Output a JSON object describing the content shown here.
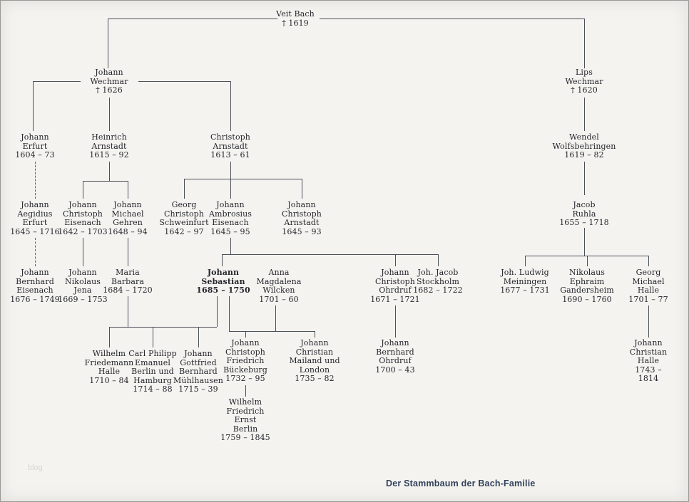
{
  "page": {
    "caption": "Der Stammbaum der Bach-Familie",
    "watermark": "blog"
  },
  "tree": {
    "root": "Veit Bach",
    "nodes": [
      {
        "id": "veit-bach",
        "text": "Veit Bach\n† 1619"
      },
      {
        "id": "johann-wechmar",
        "text": "Johann\nWechmar\n† 1626"
      },
      {
        "id": "lips-wechmar",
        "text": "Lips\nWechmar\n† 1620"
      },
      {
        "id": "johann-erfurt",
        "text": "Johann\nErfurt\n1604 – 73"
      },
      {
        "id": "heinrich-arnstadt",
        "text": "Heinrich\nArnstadt\n1615 – 92"
      },
      {
        "id": "christoph-arnstadt",
        "text": "Christoph\nArnstadt\n1613 – 61"
      },
      {
        "id": "wendel-wolfsbehringen",
        "text": "Wendel\nWolfsbehringen\n1619 – 82"
      },
      {
        "id": "johann-aegidius-erfurt",
        "text": "Johann\nAegidius\nErfurt\n1645 – 1716"
      },
      {
        "id": "johann-christoph-eisenach",
        "text": "Johann\nChristoph\nEisenach\n1642 – 1703"
      },
      {
        "id": "johann-michael-gehren",
        "text": "Johann\nMichael\nGehren\n1648 – 94"
      },
      {
        "id": "georg-christoph-schweinfurt",
        "text": "Georg\nChristoph\nSchweinfurt\n1642 – 97"
      },
      {
        "id": "johann-ambrosius-eisenach",
        "text": "Johann\nAmbrosius\nEisenach\n1645 – 95"
      },
      {
        "id": "johann-christoph-arnstadt",
        "text": "Johann\nChristoph\nArnstadt\n1645 – 93"
      },
      {
        "id": "jacob-ruhla",
        "text": "Jacob\nRuhla\n1655 – 1718"
      },
      {
        "id": "johann-bernhard-eisenach",
        "text": "Johann\nBernhard\nEisenach\n1676 – 1749"
      },
      {
        "id": "johann-nikolaus-jena",
        "text": "Johann\nNikolaus\nJena\n1669 – 1753"
      },
      {
        "id": "maria-barbara",
        "text": "Maria\nBarbara\n1684 – 1720"
      },
      {
        "id": "johann-sebastian",
        "text": "Johann\nSebastian\n1685 – 1750"
      },
      {
        "id": "anna-magdalena-wilcken",
        "text": "Anna\nMagdalena\nWilcken\n1701 – 60"
      },
      {
        "id": "johann-christoph-ohrdruf",
        "text": "Johann\nChristoph\nOhrdruf\n1671 – 1721"
      },
      {
        "id": "joh-jacob-stockholm",
        "text": "Joh. Jacob\nStockholm\n1682 – 1722"
      },
      {
        "id": "joh-ludwig-meiningen",
        "text": "Joh. Ludwig\nMeiningen\n1677 – 1731"
      },
      {
        "id": "nikolaus-ephraim-gandersheim",
        "text": "Nikolaus\nEphraim\nGandersheim\n1690 – 1760"
      },
      {
        "id": "georg-michael-halle",
        "text": "Georg\nMichael\nHalle\n1701 – 77"
      },
      {
        "id": "wilhelm-friedemann-halle",
        "text": "Wilhelm\nFriedemann\nHalle\n1710 – 84"
      },
      {
        "id": "carl-philipp-emanuel",
        "text": "Carl Philipp\nEmanuel\nBerlin und\nHamburg\n1714 – 88"
      },
      {
        "id": "johann-gottfried-bernhard",
        "text": "Johann\nGottfried\nBernhard\nMühlhausen\n1715 – 39"
      },
      {
        "id": "johann-christoph-friedrich",
        "text": "Johann\nChristoph\nFriedrich\nBückeburg\n1732 – 95"
      },
      {
        "id": "johann-christian-mailand",
        "text": "Johann\nChristian\nMailand und\nLondon\n1735 – 82"
      },
      {
        "id": "johann-bernhard-ohrdruf",
        "text": "Johann\nBernhard\nOhrdruf\n1700 – 43"
      },
      {
        "id": "johann-christian-halle",
        "text": "Johann\nChristian\nHalle\n1743 – 1814"
      },
      {
        "id": "wilhelm-friedrich-ernst",
        "text": "Wilhelm\nFriedrich\nErnst\nBerlin\n1759 – 1845"
      }
    ],
    "colors": {
      "line": "#4a4f58",
      "text": "#24262b",
      "caption": "#33425c",
      "background": "#f4f3f0"
    }
  }
}
